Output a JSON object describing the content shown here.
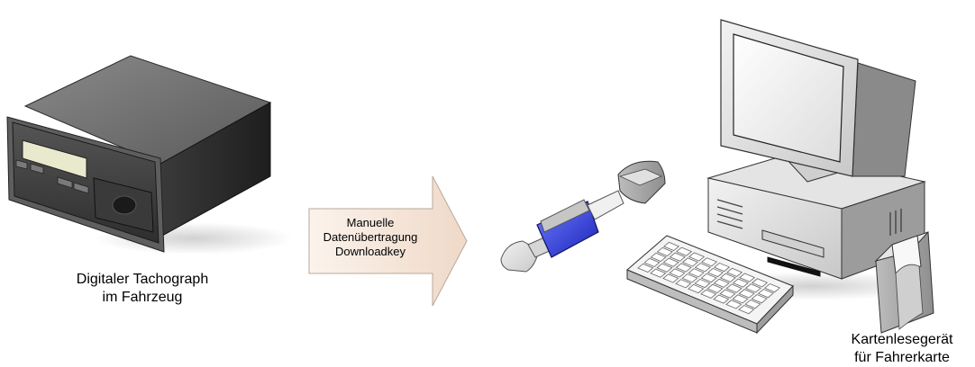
{
  "tachograph": {
    "line1": "Digitaler Tachograph",
    "line2": "im Fahrzeug"
  },
  "transfer": {
    "line1": "Manuelle",
    "line2": "Datenübertragung",
    "line3": "Downloadkey"
  },
  "card_reader": {
    "line1": "Kartenlesegerät",
    "line2": "für Fahrerkarte"
  }
}
